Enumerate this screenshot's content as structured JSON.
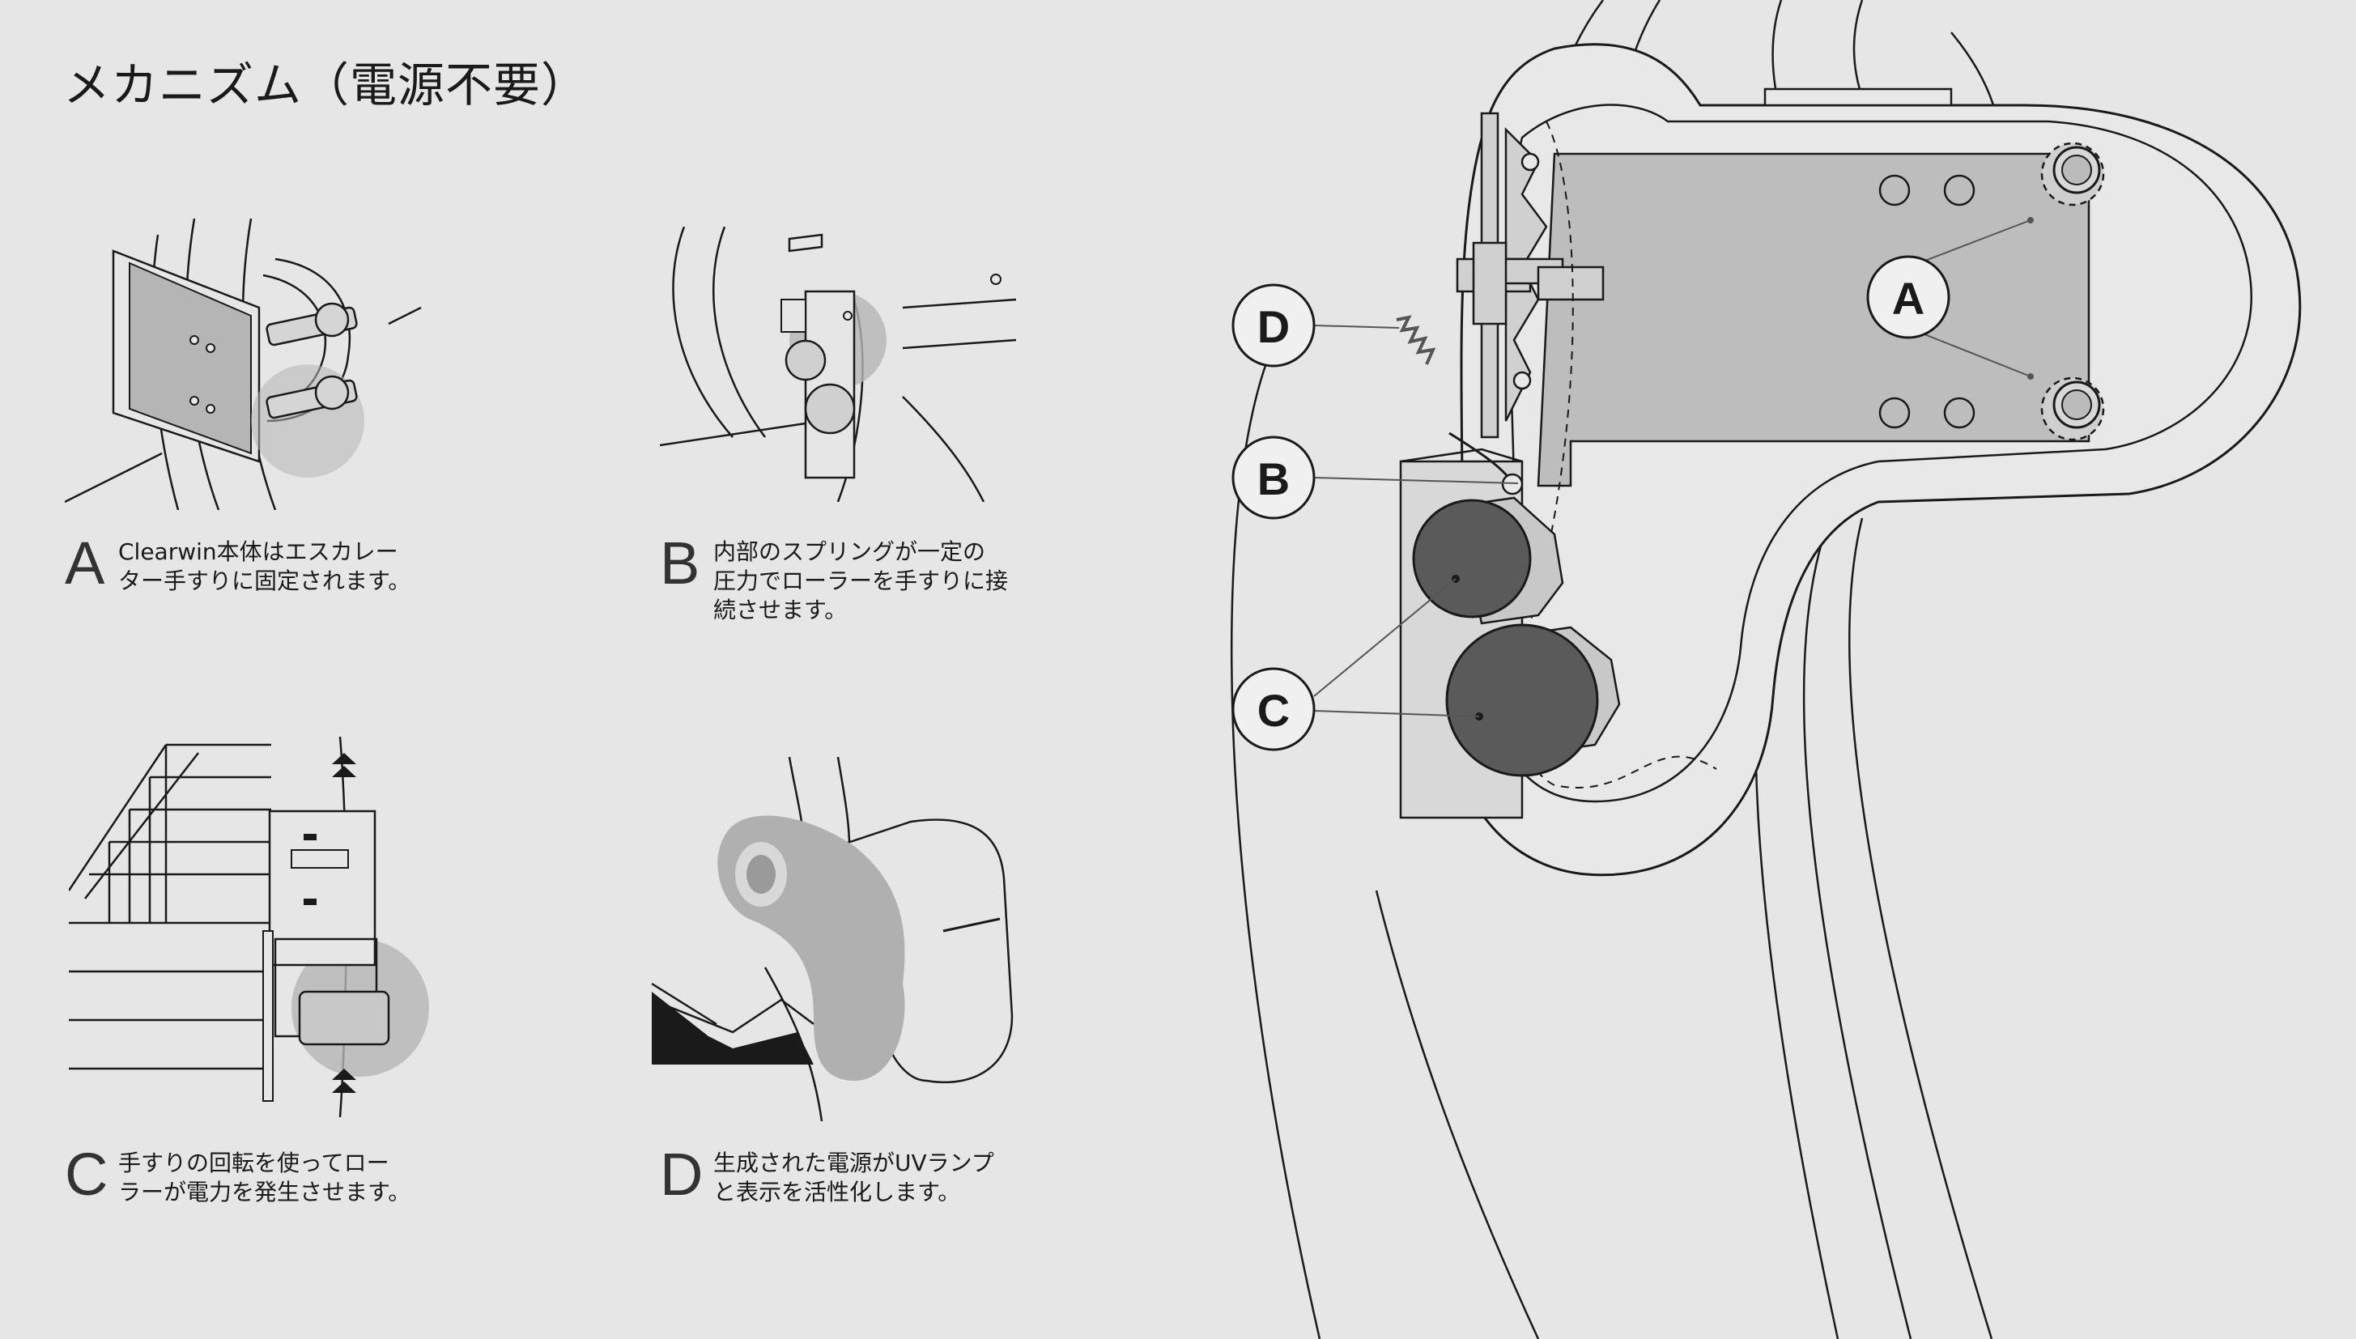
{
  "title": "メカニズム（電源不要）",
  "steps": [
    {
      "letter": "A",
      "line1": "Clearwin本体はエスカレー",
      "line2": "ター手すりに固定されます。",
      "line3": ""
    },
    {
      "letter": "B",
      "line1": "内部のスプリングが一定の",
      "line2": "圧力でローラーを手すりに接",
      "line3": "続させます。"
    },
    {
      "letter": "C",
      "line1": "手すりの回転を使ってロー",
      "line2": "ラーが電力を発生させます。",
      "line3": ""
    },
    {
      "letter": "D",
      "line1": "生成された電源がUVランプ",
      "line2": "と表示を活性化します。",
      "line3": ""
    }
  ],
  "callouts": {
    "a": "A",
    "b": "B",
    "c": "C",
    "d": "D"
  },
  "colors": {
    "background": "#e6e6e6",
    "part_gray": "#bdbdbd",
    "roller_dark": "#5a5a5a",
    "line": "#1a1a1a"
  }
}
